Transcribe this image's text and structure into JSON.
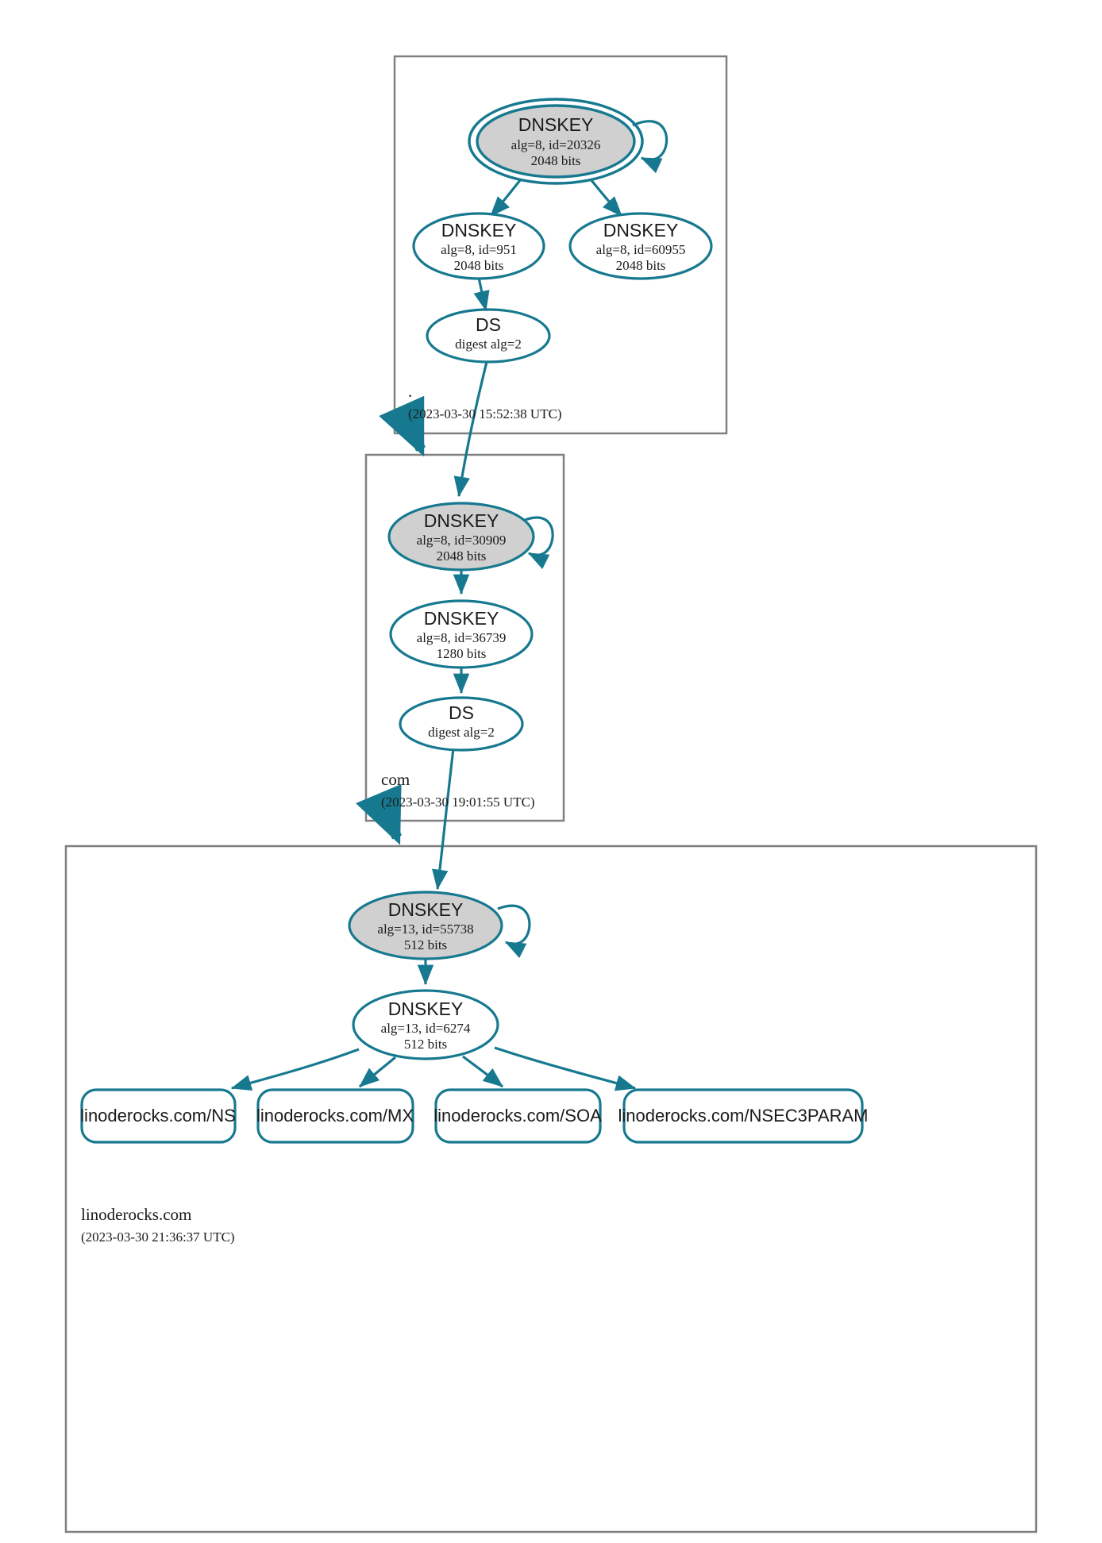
{
  "diagram": {
    "type": "dnssec-chain-of-trust",
    "colors": {
      "accent": "#17798f",
      "secure_key_fill": "#d0d0d0",
      "node_fill": "#ffffff",
      "zone_border": "#808080",
      "text": "#1a1a1a"
    }
  },
  "zones": [
    {
      "id": "root",
      "label": ".",
      "timestamp": "(2023-03-30 15:52:38 UTC)",
      "nodes": [
        {
          "id": "root-ksk",
          "kind": "dnskey",
          "title": "DNSKEY",
          "params": "alg=8, id=20326",
          "size": "2048 bits",
          "trust_anchor": true,
          "self_signed": true
        },
        {
          "id": "root-zsk-951",
          "kind": "dnskey",
          "title": "DNSKEY",
          "params": "alg=8, id=951",
          "size": "2048 bits",
          "trust_anchor": false,
          "self_signed": false
        },
        {
          "id": "root-zsk-60955",
          "kind": "dnskey",
          "title": "DNSKEY",
          "params": "alg=8, id=60955",
          "size": "2048 bits",
          "trust_anchor": false,
          "self_signed": false
        },
        {
          "id": "root-ds",
          "kind": "ds",
          "title": "DS",
          "params": "digest alg=2",
          "size": "",
          "trust_anchor": false,
          "self_signed": false
        }
      ]
    },
    {
      "id": "com",
      "label": "com",
      "timestamp": "(2023-03-30 19:01:55 UTC)",
      "nodes": [
        {
          "id": "com-ksk",
          "kind": "dnskey",
          "title": "DNSKEY",
          "params": "alg=8, id=30909",
          "size": "2048 bits",
          "trust_anchor": false,
          "self_signed": true
        },
        {
          "id": "com-zsk",
          "kind": "dnskey",
          "title": "DNSKEY",
          "params": "alg=8, id=36739",
          "size": "1280 bits",
          "trust_anchor": false,
          "self_signed": false
        },
        {
          "id": "com-ds",
          "kind": "ds",
          "title": "DS",
          "params": "digest alg=2",
          "size": "",
          "trust_anchor": false,
          "self_signed": false
        }
      ]
    },
    {
      "id": "linoderocks",
      "label": "linoderocks.com",
      "timestamp": "(2023-03-30 21:36:37 UTC)",
      "nodes": [
        {
          "id": "lr-ksk",
          "kind": "dnskey",
          "title": "DNSKEY",
          "params": "alg=13, id=55738",
          "size": "512 bits",
          "trust_anchor": false,
          "self_signed": true
        },
        {
          "id": "lr-zsk",
          "kind": "dnskey",
          "title": "DNSKEY",
          "params": "alg=13, id=6274",
          "size": "512 bits",
          "trust_anchor": false,
          "self_signed": false
        }
      ],
      "rrsets": [
        {
          "id": "rrset-ns",
          "label": "linoderocks.com/NS"
        },
        {
          "id": "rrset-mx",
          "label": "linoderocks.com/MX"
        },
        {
          "id": "rrset-soa",
          "label": "linoderocks.com/SOA"
        },
        {
          "id": "rrset-nsec3param",
          "label": "linoderocks.com/NSEC3PARAM"
        }
      ]
    }
  ]
}
